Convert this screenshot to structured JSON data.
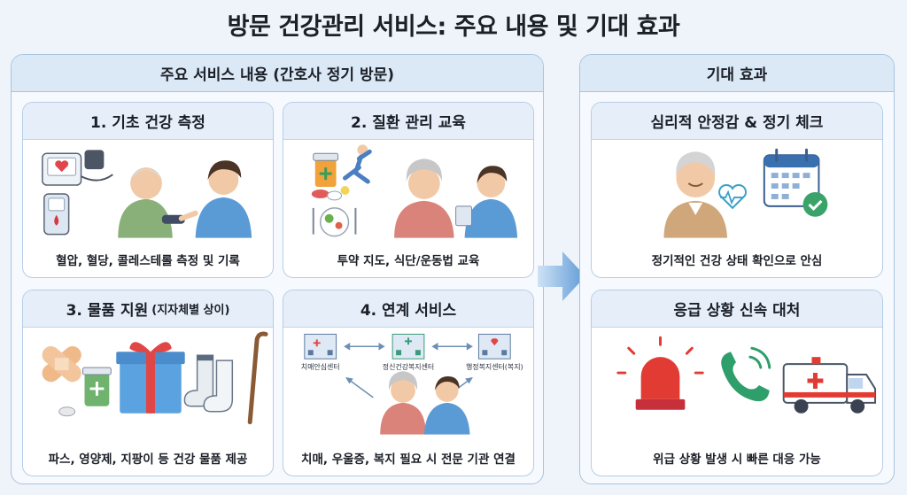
{
  "title": "방문 건강관리 서비스: 주요 내용 및 기대 효과",
  "left_panel": {
    "header": "주요 서비스 내용 (간호사 정기 방문)",
    "cards": [
      {
        "title": "1. 기초 건강 측정",
        "caption": "혈압, 혈당, 콜레스테롤 측정 및 기록"
      },
      {
        "title": "2. 질환 관리 교육",
        "caption": "투약 지도, 식단/운동법 교육"
      },
      {
        "title": "3. 물품 지원",
        "title_sub": "(지자체별 상이)",
        "caption": "파스, 영양제, 지팡이 등 건강 물품 제공"
      },
      {
        "title": "4. 연계 서비스",
        "caption": "치매, 우울증, 복지 필요 시 전문 기관 연결"
      }
    ],
    "linked_centers": [
      "치매안심센터",
      "정신건강복지센터",
      "행정복지센터(복지)"
    ]
  },
  "right_panel": {
    "header": "기대 효과",
    "cards": [
      {
        "title": "심리적 안정감 & 정기 체크",
        "caption": "정기적인 건강 상태 확인으로 안심"
      },
      {
        "title": "응급 상황 신속 대처",
        "caption": "위급 상황 발생 시 빠른 대응 가능"
      }
    ]
  },
  "icons": {
    "card1": [
      "blood-pressure-monitor-icon",
      "glucose-meter-icon",
      "nurse-icon",
      "elderly-patient-icon"
    ],
    "card2": [
      "medicine-bottle-icon",
      "pills-icon",
      "exercise-person-icon",
      "food-plate-icon",
      "elderly-woman-icon",
      "nurse-icon"
    ],
    "card3": [
      "bandage-icon",
      "supplement-bottle-icon",
      "gift-box-icon",
      "socks-icon",
      "cane-icon"
    ],
    "card4": [
      "building-icon",
      "arrow-icon",
      "elderly-woman-icon",
      "nurse-icon"
    ],
    "card5": [
      "elderly-man-icon",
      "heart-rate-icon",
      "calendar-check-icon"
    ],
    "card6": [
      "siren-icon",
      "phone-icon",
      "ambulance-icon"
    ]
  },
  "colors": {
    "background": "#eef4fa",
    "panel_border": "#a9c3e0",
    "header_fill": "#dbe8f6",
    "nurse_scrubs": "#5b9bd5",
    "siren_red": "#e23b34",
    "phone_green": "#2e9e6a"
  }
}
